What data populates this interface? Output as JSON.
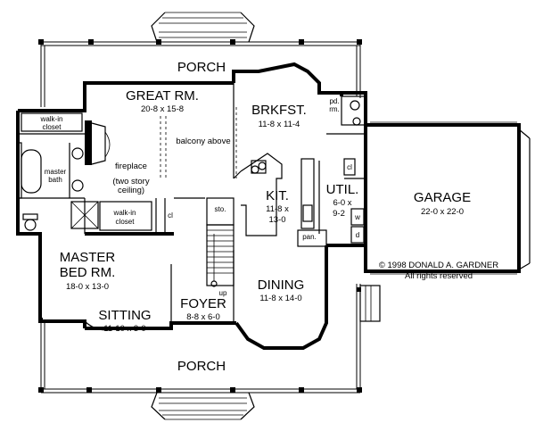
{
  "rooms": {
    "porch_top": {
      "name": "PORCH"
    },
    "porch_bottom": {
      "name": "PORCH"
    },
    "great_room": {
      "name": "GREAT RM.",
      "dims": "20-8 x 15-8"
    },
    "balcony": {
      "label": "balcony above"
    },
    "fireplace": {
      "label": "fireplace"
    },
    "two_story": {
      "line1": "(two story",
      "line2": "ceiling)"
    },
    "breakfast": {
      "name": "BRKFST.",
      "dims": "11-8 x 11-4"
    },
    "powder": {
      "line1": "pd.",
      "line2": "rm."
    },
    "walkin_top": {
      "line1": "walk-in",
      "line2": "closet"
    },
    "walkin_mid": {
      "line1": "walk-in",
      "line2": "closet"
    },
    "master_bath": {
      "line1": "master",
      "line2": "bath"
    },
    "closet_cl1": {
      "label": "cl"
    },
    "closet_cl2": {
      "label": "cl"
    },
    "storage": {
      "label": "sto."
    },
    "kitchen": {
      "name": "KIT.",
      "dims1": "11-8 x",
      "dims2": "13-0"
    },
    "pantry": {
      "label": "pan."
    },
    "utility": {
      "name": "UTIL.",
      "dims1": "6-0 x",
      "dims2": "9-2"
    },
    "washer": {
      "label": "w"
    },
    "dryer": {
      "label": "d"
    },
    "garage": {
      "name": "GARAGE",
      "dims": "22-0 x 22-0"
    },
    "master_bed": {
      "line1": "MASTER",
      "line2": "BED RM.",
      "dims": "18-0 x 13-0"
    },
    "sitting": {
      "name": "SITTING",
      "dims": "11-10 x 3-0"
    },
    "foyer": {
      "name": "FOYER",
      "dims": "8-8 x 6-0"
    },
    "dining": {
      "name": "DINING",
      "dims": "11-8 x 14-0"
    },
    "stairs": {
      "label": "up"
    }
  },
  "copyright": {
    "line1": "© 1998 DONALD A. GARDNER",
    "line2": "All rights reserved"
  }
}
